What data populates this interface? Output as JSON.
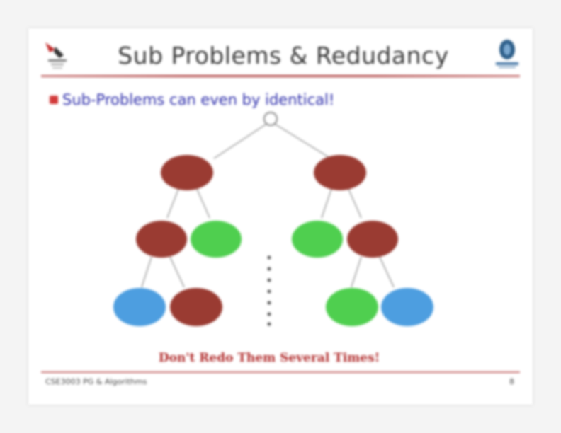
{
  "slide": {
    "title": "Sub Problems & Redudancy",
    "bullet": "Sub-Problems can even by identical!",
    "caption": "Don't Redo Them Several Times!",
    "footer_left": "CSE3003 PG & Algorithms",
    "footer_right": "8"
  },
  "colors": {
    "brown_node": "#9a3b32",
    "green_node": "#4fcf4f",
    "blue_node": "#4d9ee0",
    "edge": "#9a9a9a",
    "title_rule": "#b04545",
    "bullet_text": "#2c2caa",
    "caption": "#b02a2a"
  },
  "icons": {
    "left_logo": "university-crest-icon",
    "right_logo": "department-emblem-icon",
    "bullet": "square-bullet-icon"
  }
}
